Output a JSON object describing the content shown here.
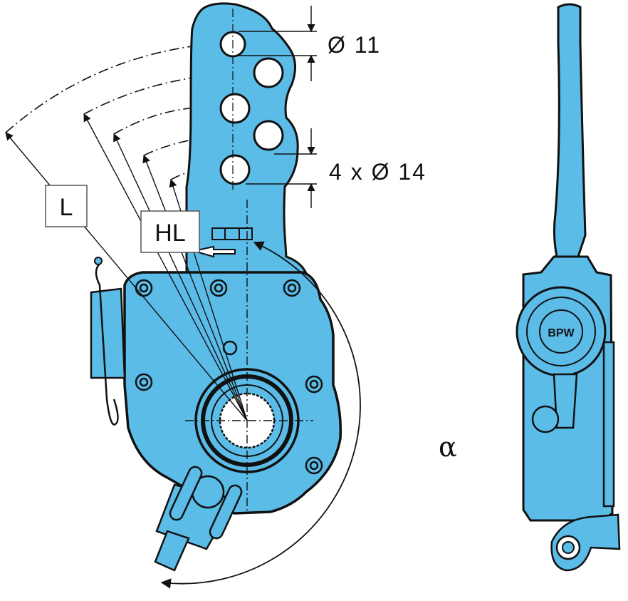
{
  "labels": {
    "L": "L",
    "HL": "HL",
    "dia_small": "Ø 11",
    "dia_large": "4 x Ø 14",
    "angle": "α"
  },
  "logo_text": "BPW",
  "colors": {
    "body_fill": "#5bbce8",
    "outline": "#111111",
    "background": "#ffffff"
  }
}
